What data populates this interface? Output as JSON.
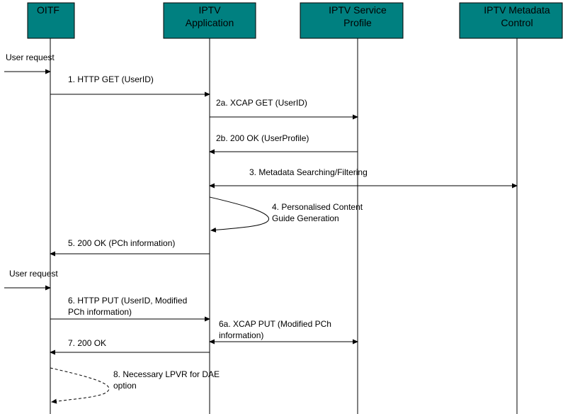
{
  "diagram": {
    "type": "sequence-diagram",
    "colors": {
      "participant_fill": "#008080",
      "line": "#000000",
      "text": "#000000"
    },
    "participants": [
      {
        "id": "oitf",
        "lines": [
          "OITF"
        ]
      },
      {
        "id": "app",
        "lines": [
          "IPTV",
          "Application"
        ]
      },
      {
        "id": "profile",
        "lines": [
          "IPTV Service",
          "Profile"
        ]
      },
      {
        "id": "metadata",
        "lines": [
          "IPTV Metadata",
          "Control"
        ]
      }
    ],
    "external_requests": [
      {
        "label": "User request",
        "to": "oitf"
      },
      {
        "label": "User request",
        "to": "oitf"
      }
    ],
    "messages": [
      {
        "id": "m1",
        "from": "oitf",
        "to": "app",
        "lines": [
          "1. HTTP  GET (UserID)"
        ],
        "style": "solid",
        "direction": "forward"
      },
      {
        "id": "m2a",
        "from": "app",
        "to": "profile",
        "lines": [
          "2a. XCAP  GET (UserID)"
        ],
        "style": "solid",
        "direction": "forward"
      },
      {
        "id": "m2b",
        "from": "profile",
        "to": "app",
        "lines": [
          "2b. 200  OK (UserProfile)"
        ],
        "style": "solid",
        "direction": "forward"
      },
      {
        "id": "m3",
        "from": "app",
        "to": "metadata",
        "lines": [
          "3. Metadata Searching/Filtering"
        ],
        "style": "solid",
        "direction": "both"
      },
      {
        "id": "m4",
        "from": "app",
        "to": "app",
        "lines": [
          "4. Personalised Content",
          "Guide Generation"
        ],
        "style": "solid",
        "direction": "self"
      },
      {
        "id": "m5",
        "from": "app",
        "to": "oitf",
        "lines": [
          "5. 200 OK (PCh information)"
        ],
        "style": "solid",
        "direction": "forward"
      },
      {
        "id": "m6",
        "from": "oitf",
        "to": "app",
        "lines": [
          "6. HTTP PUT (UserID,  Modified",
          "PCh information)"
        ],
        "style": "solid",
        "direction": "forward"
      },
      {
        "id": "m6a",
        "from": "app",
        "to": "profile",
        "lines": [
          "6a. XCAP PUT (Modified PCh",
          "information)"
        ],
        "style": "solid",
        "direction": "both"
      },
      {
        "id": "m7",
        "from": "app",
        "to": "oitf",
        "lines": [
          "7. 200 OK"
        ],
        "style": "solid",
        "direction": "forward"
      },
      {
        "id": "m8",
        "from": "oitf",
        "to": "oitf",
        "lines": [
          "8. Necessary LPVR for  DAE",
          "option"
        ],
        "style": "dashed",
        "direction": "self"
      }
    ]
  }
}
